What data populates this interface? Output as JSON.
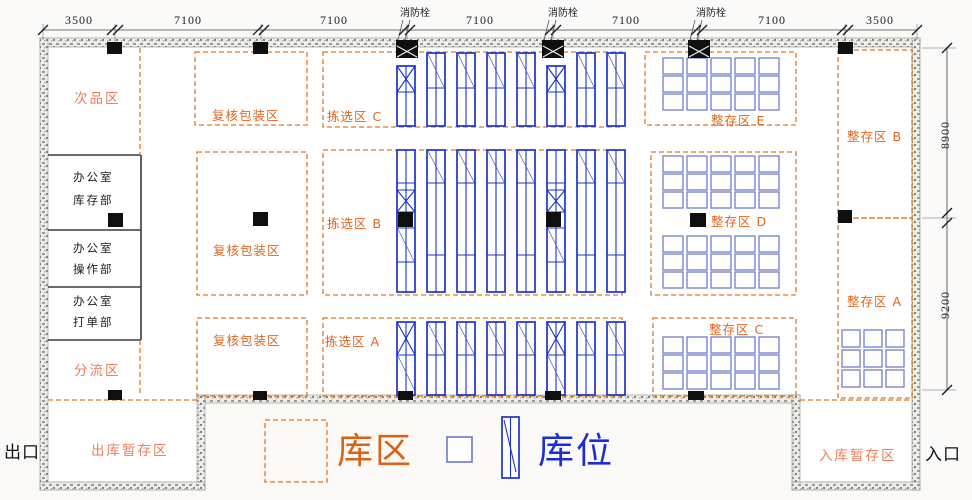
{
  "top_dimensions": [
    "3500",
    "7100",
    "7100",
    "7100",
    "7100",
    "7100",
    "3500"
  ],
  "right_dimensions": {
    "upper": "8900",
    "lower": "9200"
  },
  "fire_hydrant_label": "消防栓",
  "gates": {
    "exit": "出口",
    "entrance": "入口"
  },
  "zones": {
    "defective": "次品区",
    "sorting": "分流区",
    "packing_top": "复核包装区",
    "packing_mid": "复核包装区",
    "packing_bottom": "复核包装区",
    "picking_c": "拣选区 C",
    "picking_b": "拣选区 B",
    "picking_a": "拣选区 A",
    "storage_e": "整存区 E",
    "storage_d": "整存区 D",
    "storage_c": "整存区 C",
    "storage_b": "整存区 B",
    "storage_a": "整存区 A",
    "outbound": "出库暂存区",
    "inbound": "入库暂存区"
  },
  "offices": [
    {
      "line1": "办公室",
      "line2": "库存部"
    },
    {
      "line1": "办公室",
      "line2": "操作部"
    },
    {
      "line1": "办公室",
      "line2": "打单部"
    }
  ],
  "legend": {
    "zone": "库区",
    "slot": "库位"
  },
  "structure": {
    "fire_hydrant_count": 3,
    "rack_bands": 3,
    "racks_per_band": 8,
    "grid_e": "5x3",
    "grid_d_upper": "5x3",
    "grid_d_lower": "5x3",
    "grid_c": "5x3",
    "grid_a": "3x3"
  },
  "colors": {
    "zone_orange": "#e2791f",
    "rack_blue": "#1c33cb",
    "grid_blue": "#7b87d0",
    "column_black": "#0f0f0f",
    "wall_gray": "#9a9a98"
  }
}
